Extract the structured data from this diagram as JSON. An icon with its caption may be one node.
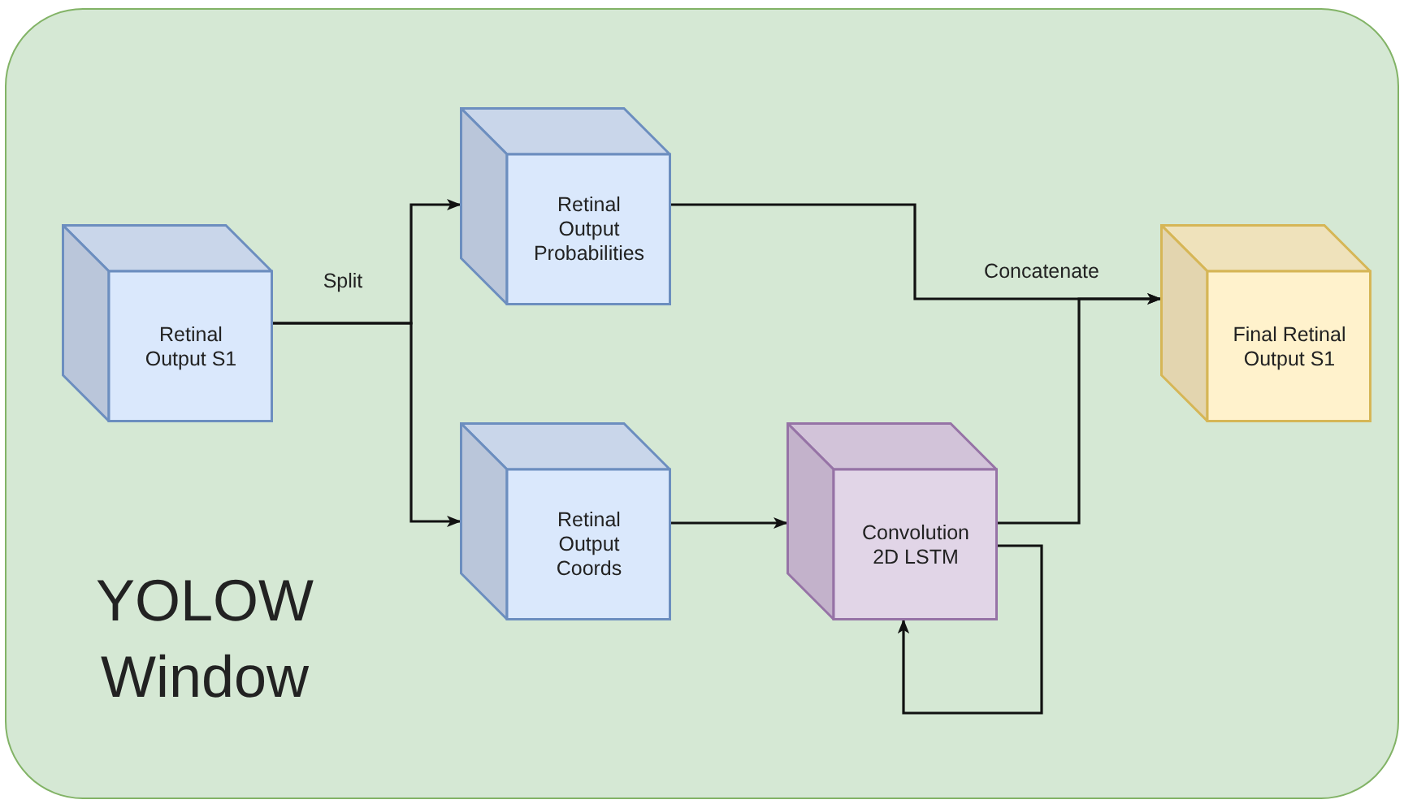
{
  "diagram": {
    "nodes": [
      {
        "text": [
          "YOLOW Window"
        ]
      },
      {
        "text": [
          "Retinal Output S1"
        ],
        "in": 0
      },
      {
        "text": [
          "Retinal Output Probabilities"
        ],
        "in": 0
      },
      {
        "text": [
          "Retinal Output Coords"
        ],
        "in": 0
      },
      {
        "text": [
          "Convolution 2D LSTM"
        ],
        "in": 0
      },
      {
        "text": [
          "Final Retinal Output S1"
        ],
        "in": 0
      }
    ],
    "edges": [
      {
        "from": 1,
        "to": 2,
        "arrow": "to",
        "label": "Split"
      },
      {
        "from": 1,
        "to": 3,
        "arrow": "to"
      },
      {
        "from": 2,
        "to": 5,
        "arrow": "to",
        "label": "Concatenate"
      },
      {
        "from": 4,
        "to": 5,
        "arrow": "to"
      },
      {
        "from": 4,
        "to": 4,
        "arrow": "to"
      },
      {
        "from": 3,
        "to": 4,
        "arrow": "to"
      }
    ]
  }
}
